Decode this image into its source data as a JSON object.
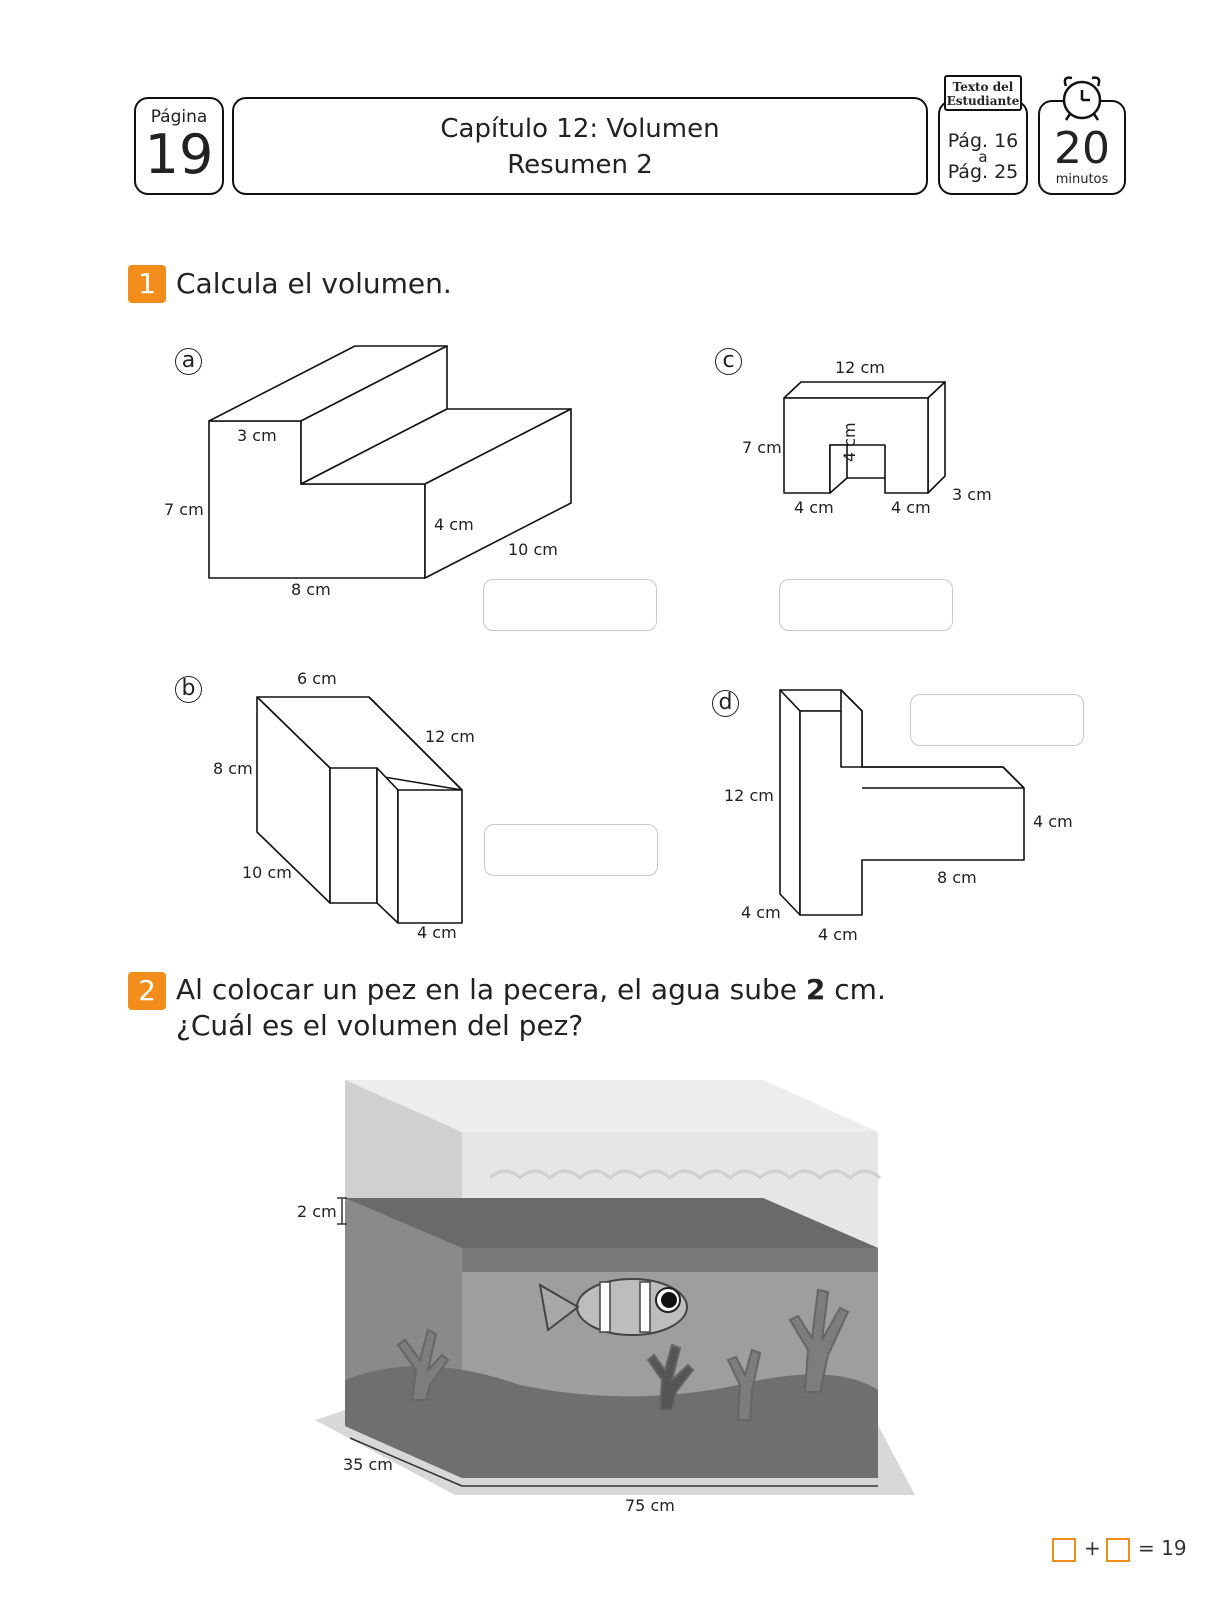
{
  "header": {
    "page_label": "Página",
    "page_number": "19",
    "chapter_title": "Capítulo 12: Volumen",
    "subtitle": "Resumen 2",
    "book_label_1": "Texto del",
    "book_label_2": "Estudiante",
    "ref_from": "Pág. 16",
    "ref_connector": "a",
    "ref_to": "Pág. 25",
    "time_value": "20",
    "time_unit": "minutos"
  },
  "q1": {
    "number": "1",
    "text": "Calcula el volumen.",
    "a": {
      "label": "a",
      "dims": [
        "3 cm",
        "7 cm",
        "4 cm",
        "10 cm",
        "8 cm"
      ]
    },
    "b": {
      "label": "b",
      "dims": [
        "6 cm",
        "12 cm",
        "8 cm",
        "10 cm",
        "4 cm"
      ]
    },
    "c": {
      "label": "c",
      "dims": [
        "12 cm",
        "7 cm",
        "4 cm",
        "4 cm",
        "4 cm",
        "3 cm"
      ]
    },
    "d": {
      "label": "d",
      "dims": [
        "12 cm",
        "4 cm",
        "8 cm",
        "4 cm",
        "4 cm"
      ]
    }
  },
  "q2": {
    "number": "2",
    "line1_pre": "Al colocar un pez en la pecera, el agua sube ",
    "line1_num": "2",
    "line1_post": " cm.",
    "line2": "¿Cuál es el volumen del pez?",
    "dims": {
      "rise": "2 cm",
      "depth": "35 cm",
      "width": "75 cm"
    }
  },
  "footer": {
    "plus": "+",
    "equals": "= 19"
  },
  "colors": {
    "accent": "#f28c1a"
  }
}
